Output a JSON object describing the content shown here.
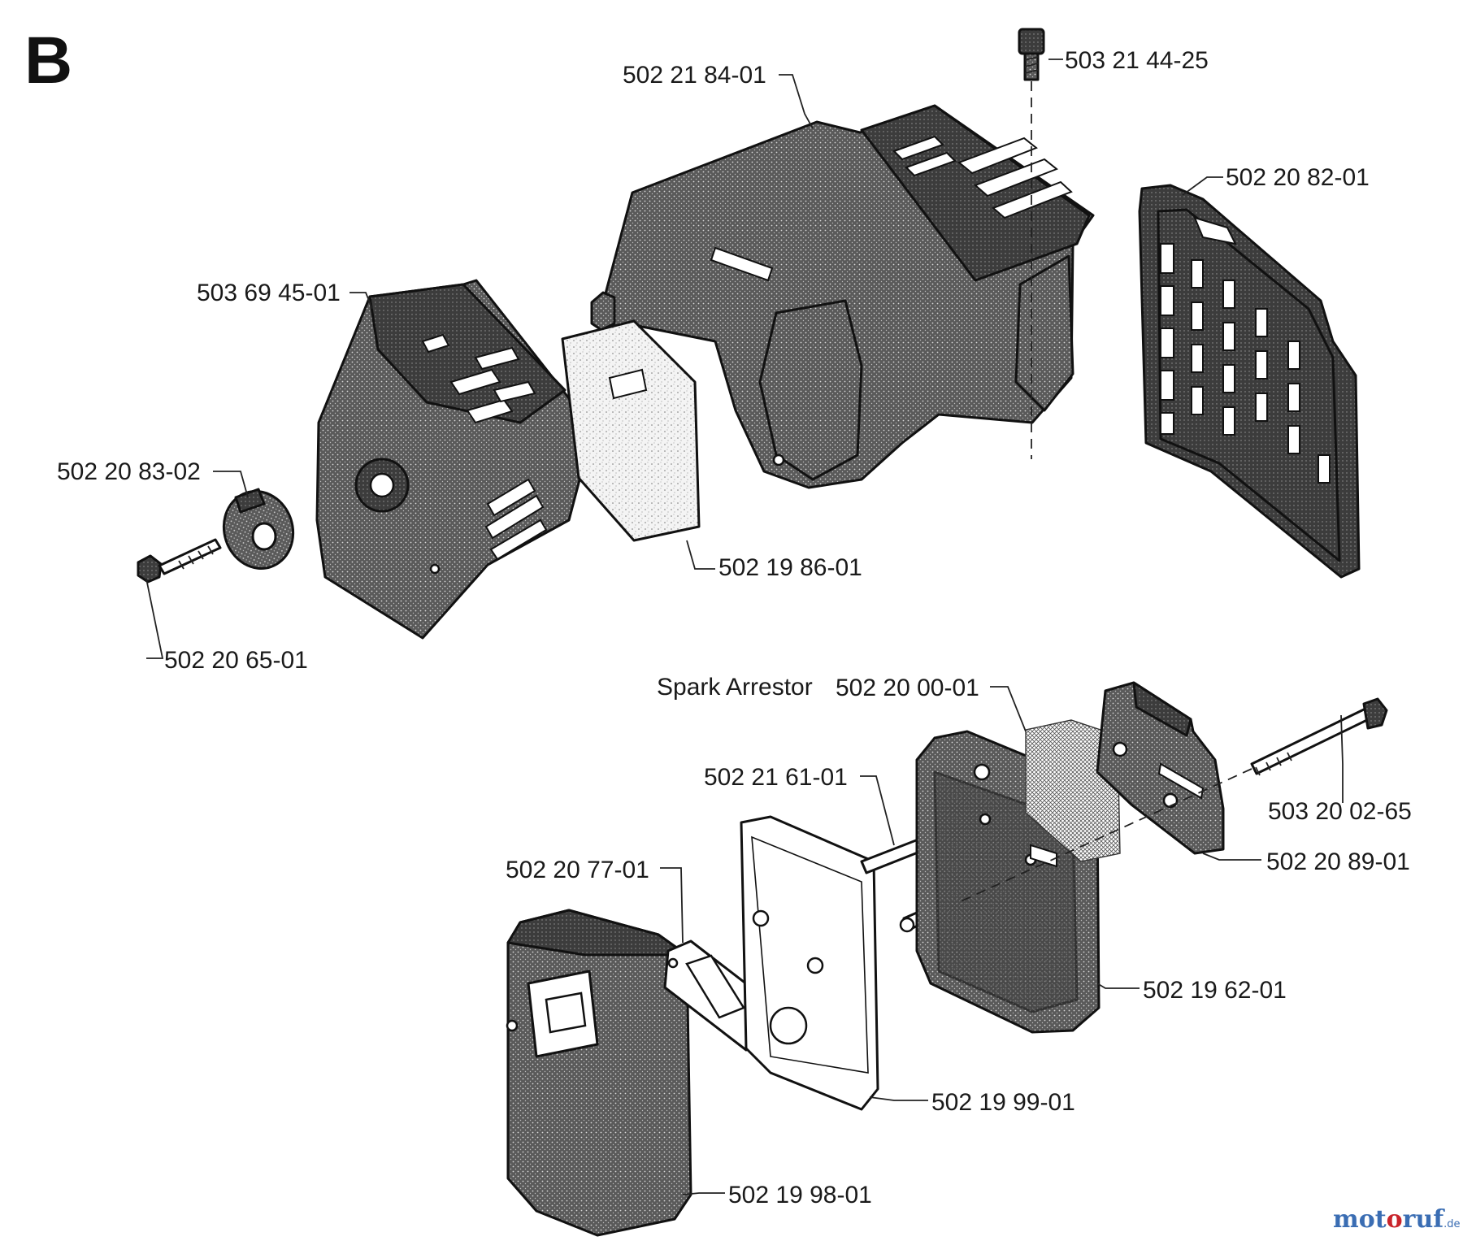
{
  "section_letter": "B",
  "spark_arrestor_label": "Spark Arrestor",
  "part_numbers": {
    "top_cover": "502 21 84-01",
    "top_screw": "503 21 44-25",
    "rear_grille": "502 20 82-01",
    "front_cover": "503 69 45-01",
    "knob": "502 20 83-02",
    "air_filter": "502 19 86-01",
    "knob_bolt": "502 20 65-01",
    "spark_arrestor_screen": "502 20 00-01",
    "muffler_tube": "502 21 61-01",
    "long_bolt": "503 20 02-65",
    "muffler_gasket": "502 20 77-01",
    "muffler_bracket": "502 20 89-01",
    "muffler_body": "502 19 62-01",
    "heat_shield_plate": "502 19 99-01",
    "muffler_cover": "502 19 98-01"
  },
  "watermark": {
    "text_blue1": "mot",
    "text_red": "o",
    "text_blue2": "ruf",
    "suffix": ".de"
  },
  "colors": {
    "ink": "#111111",
    "watermark_blue": "#3a6db3",
    "watermark_red": "#c9242b"
  }
}
